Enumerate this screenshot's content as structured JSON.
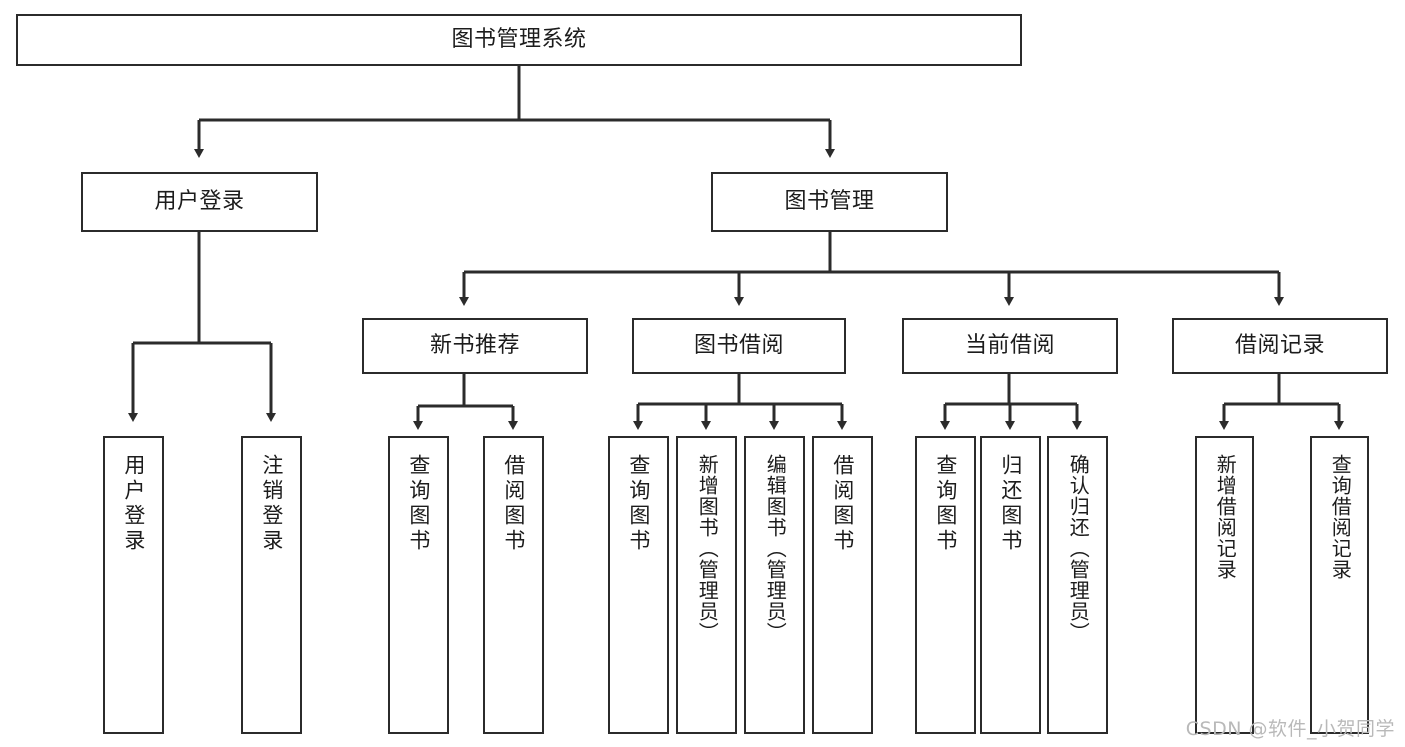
{
  "diagram": {
    "type": "tree-hierarchy-chart",
    "title": "图书管理系统",
    "line_color": "#2b2b2b",
    "box_fill": "#ffffff",
    "text_color": "#1c1c1c",
    "watermark": "CSDN @软件_小贺同学",
    "levels": {
      "root": {
        "label": "图书管理系统"
      },
      "level2": [
        {
          "label": "用户登录"
        },
        {
          "label": "图书管理"
        }
      ],
      "level3": [
        {
          "label": "新书推荐"
        },
        {
          "label": "图书借阅"
        },
        {
          "label": "当前借阅"
        },
        {
          "label": "借阅记录"
        }
      ]
    },
    "leaves": {
      "user_login": [
        {
          "label": "用户登录"
        },
        {
          "label": "注销登录"
        }
      ],
      "new_book_recommend": [
        {
          "label": "查询图书"
        },
        {
          "label": "借阅图书"
        }
      ],
      "book_borrow": [
        {
          "label": "查询图书"
        },
        {
          "label": "新增图书（管理员）"
        },
        {
          "label": "编辑图书（管理员）"
        },
        {
          "label": "借阅图书"
        }
      ],
      "current_borrow": [
        {
          "label": "查询图书"
        },
        {
          "label": "归还图书"
        },
        {
          "label": "确认归还（管理员）"
        }
      ],
      "borrow_record": [
        {
          "label": "新增借阅记录"
        },
        {
          "label": "查询借阅记录"
        }
      ]
    }
  }
}
